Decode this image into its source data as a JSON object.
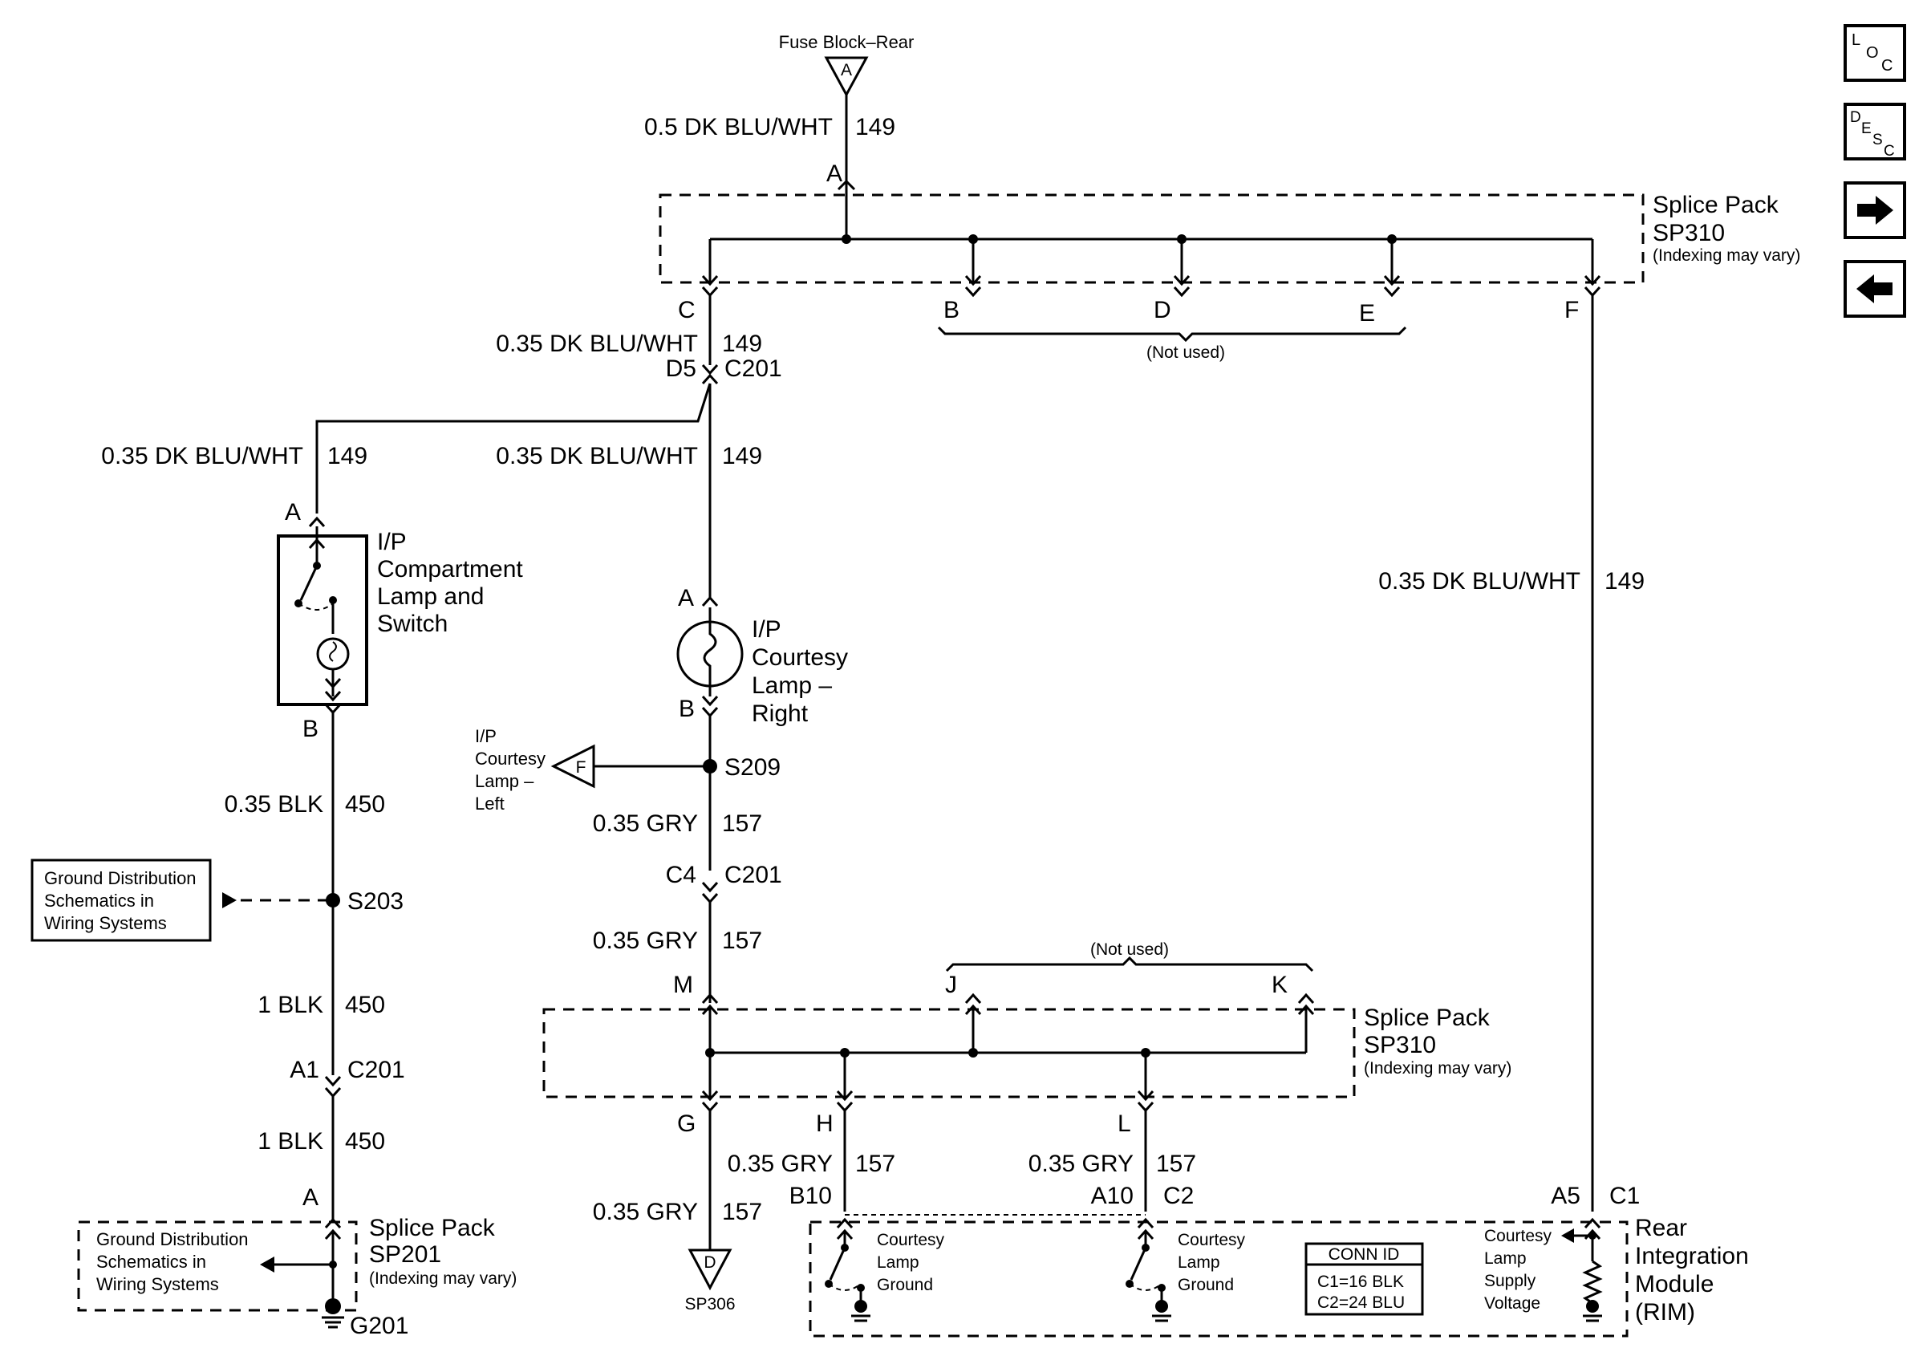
{
  "fuse_block": {
    "title": "Fuse Block–Rear",
    "terminal": "A"
  },
  "wires": {
    "w149_top": {
      "size_color": "0.5 DK BLU/WHT",
      "circuit": "149"
    },
    "w149_c": {
      "size_color": "0.35 DK BLU/WHT",
      "circuit": "149"
    },
    "w149_left": {
      "size_color": "0.35 DK BLU/WHT",
      "circuit": "149"
    },
    "w149_mid": {
      "size_color": "0.35 DK BLU/WHT",
      "circuit": "149"
    },
    "w149_right": {
      "size_color": "0.35 DK BLU/WHT",
      "circuit": "149"
    },
    "w450_a": {
      "size_color": "0.35 BLK",
      "circuit": "450"
    },
    "w450_b": {
      "size_color": "1 BLK",
      "circuit": "450"
    },
    "w450_c": {
      "size_color": "1 BLK",
      "circuit": "450"
    },
    "w157_a": {
      "size_color": "0.35 GRY",
      "circuit": "157"
    },
    "w157_b": {
      "size_color": "0.35 GRY",
      "circuit": "157"
    },
    "w157_g": {
      "size_color": "0.35 GRY",
      "circuit": "157"
    },
    "w157_h": {
      "size_color": "0.35 GRY",
      "circuit": "157"
    },
    "w157_l": {
      "size_color": "0.35 GRY",
      "circuit": "157"
    }
  },
  "splice_top": {
    "name": "Splice Pack",
    "id": "SP310",
    "note": "(Indexing may vary)",
    "pins": {
      "a": "A",
      "c": "C",
      "b": "B",
      "d": "D",
      "e": "E",
      "f": "F"
    },
    "not_used": "(Not used)"
  },
  "splice_mid": {
    "name": "Splice Pack",
    "id": "SP310",
    "note": "(Indexing may vary)",
    "pins": {
      "m": "M",
      "j": "J",
      "k": "K",
      "g": "G",
      "h": "H",
      "l": "L"
    },
    "not_used": "(Not used)"
  },
  "splice_201": {
    "name": "Splice Pack",
    "id": "SP201",
    "note": "(Indexing may vary)",
    "pin": "A",
    "ground": "G201",
    "ref": [
      "Ground Distribution",
      "Schematics in",
      "Wiring Systems"
    ]
  },
  "connectors": {
    "d5": "D5",
    "c201_a": "C201",
    "c4": "C4",
    "c201_b": "C201",
    "a1": "A1",
    "c201_c": "C201"
  },
  "ip_compartment": {
    "lines": [
      "I/P",
      "Compartment",
      "Lamp and",
      "Switch"
    ],
    "pin_a": "A",
    "pin_b": "B"
  },
  "ip_courtesy_right": {
    "lines": [
      "I/P",
      "Courtesy",
      "Lamp –",
      "Right"
    ],
    "pin_a": "A",
    "pin_b": "B"
  },
  "s209": {
    "label": "S209",
    "ref_terminal": "F",
    "ref_lines": [
      "I/P",
      "Courtesy",
      "Lamp –",
      "Left"
    ]
  },
  "s203": {
    "label": "S203",
    "ref": [
      "Ground Distribution",
      "Schematics in",
      "Wiring Systems"
    ]
  },
  "sp306": {
    "terminal": "D",
    "label": "SP306"
  },
  "rim": {
    "lines": [
      "Rear",
      "Integration",
      "Module",
      "(RIM)"
    ],
    "pins": {
      "b10": "B10",
      "a10": "A10",
      "c2": "C2",
      "a5": "A5",
      "c1": "C1"
    },
    "ground1": [
      "Courtesy",
      "Lamp",
      "Ground"
    ],
    "ground2": [
      "Courtesy",
      "Lamp",
      "Ground"
    ],
    "supply": [
      "Courtesy",
      "Lamp",
      "Supply",
      "Voltage"
    ],
    "conn_id": {
      "title": "CONN ID",
      "c1": "C1=16 BLK",
      "c2": "C2=24 BLU"
    }
  },
  "nav": {
    "loc": {
      "l1": "L",
      "l2": "O",
      "l3": "C"
    },
    "desc": {
      "l1": "D",
      "l2": "E",
      "l3": "S",
      "l4": "C"
    },
    "forward_icon": "arrow-right",
    "back_icon": "arrow-left"
  }
}
